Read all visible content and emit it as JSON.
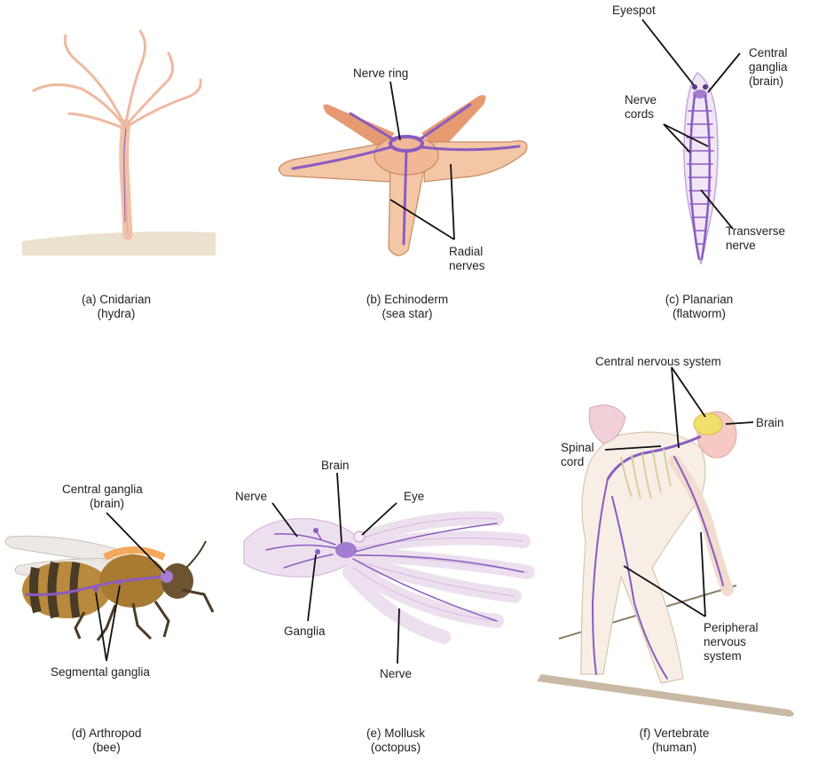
{
  "colors": {
    "nerve": "#8a5cc0",
    "skin": "#f6c9a8",
    "skin_dark": "#e6a27c",
    "octopus": "#ece0ef",
    "bee_body": "#b98a3d",
    "bee_stripe": "#4a3b26",
    "ground": "#ece0cf",
    "brain": "#f2df6e"
  },
  "panels": {
    "a": {
      "caption_line1": "(a) Cnidarian",
      "caption_line2": "(hydra)"
    },
    "b": {
      "caption_line1": "(b) Echinoderm",
      "caption_line2": "(sea star)",
      "labels": {
        "nerve_ring": "Nerve ring",
        "radial_1": "Radial",
        "radial_2": "nerves"
      }
    },
    "c": {
      "caption_line1": "(c) Planarian",
      "caption_line2": "(flatworm)",
      "labels": {
        "eyespot": "Eyespot",
        "central_1": "Central",
        "central_2": "ganglia",
        "central_3": "(brain)",
        "cords_1": "Nerve",
        "cords_2": "cords",
        "transverse_1": "Transverse",
        "transverse_2": "nerve"
      }
    },
    "d": {
      "caption_line1": "(d) Arthropod",
      "caption_line2": "(bee)",
      "labels": {
        "central_1": "Central ganglia",
        "central_2": "(brain)",
        "segmental": "Segmental ganglia"
      }
    },
    "e": {
      "caption_line1": "(e) Mollusk",
      "caption_line2": "(octopus)",
      "labels": {
        "brain": "Brain",
        "nerve_top": "Nerve",
        "eye": "Eye",
        "ganglia": "Ganglia",
        "nerve_bottom": "Nerve"
      }
    },
    "f": {
      "caption_line1": "(f) Vertebrate",
      "caption_line2": "(human)",
      "labels": {
        "cns": "Central nervous system",
        "brain": "Brain",
        "spinal_1": "Spinal",
        "spinal_2": "cord",
        "pns_1": "Peripheral",
        "pns_2": "nervous",
        "pns_3": "system"
      }
    }
  }
}
